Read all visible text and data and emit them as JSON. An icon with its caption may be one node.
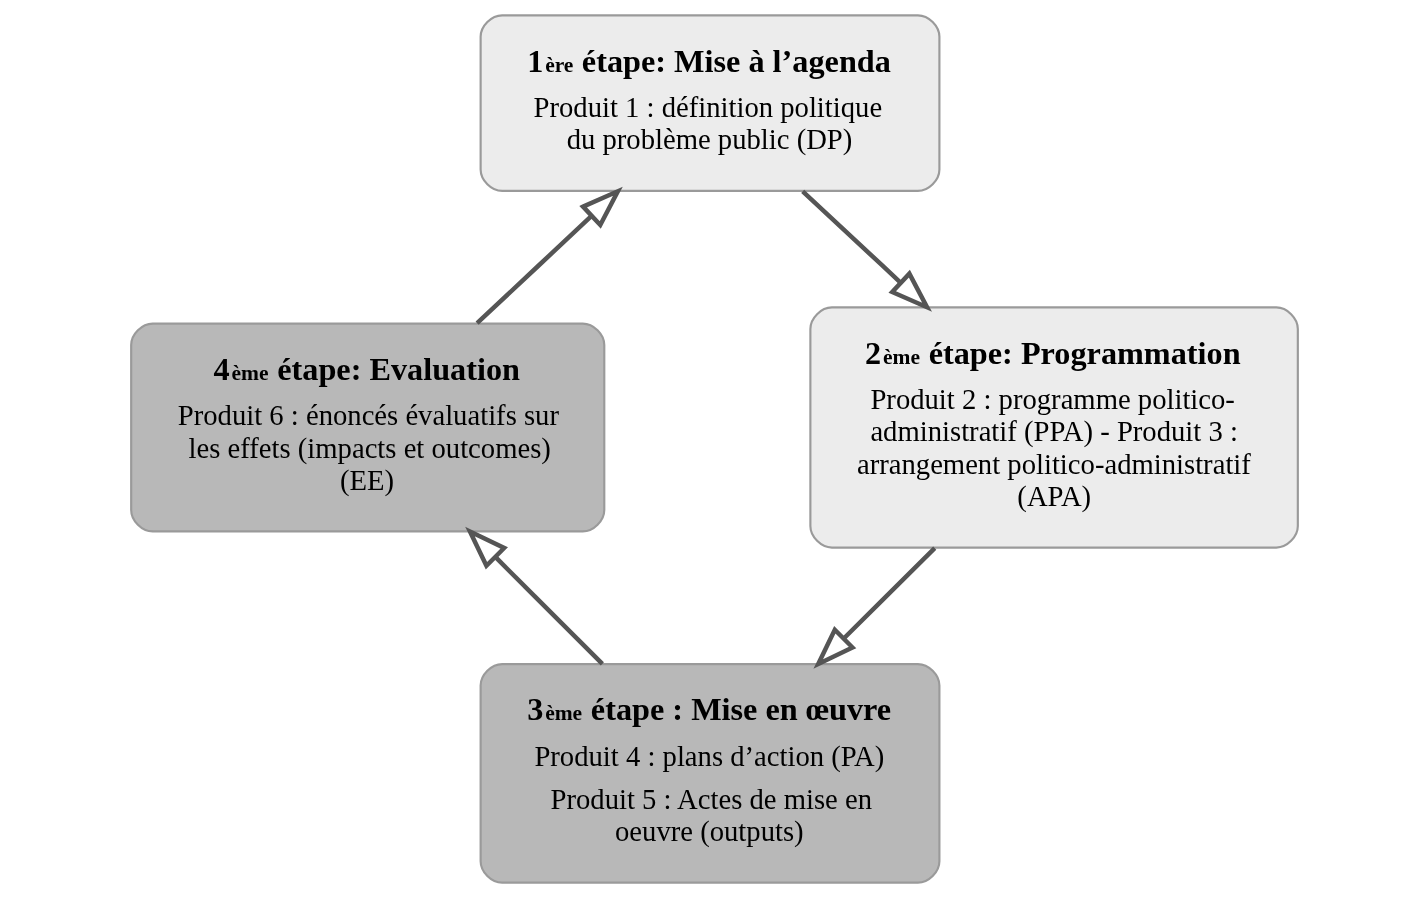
{
  "diagram": {
    "nodes": [
      {
        "text": [
          "1$^{ère}$ étape: Mise à l’agenda",
          "Produit 1 : définition politique du problème public (DP)"
        ]
      },
      {
        "text": [
          "2$^{ème}$ étape: Programmation",
          "Produit 2 : programme politico-administratif (PPA) - Produit 3 : arrangement politico-administratif (APA)"
        ]
      },
      {
        "text": [
          "3$^{ème}$ étape : Mise en œuvre",
          "Produit 4 : plans d’action (PA)",
          "Produit 5 : Actes de mise en oeuvre (outputs)"
        ]
      },
      {
        "text": [
          "4$^{ème}$ étape: Evaluation",
          "Produit 6 : énoncés évaluatifs sur les effets (impacts et outcomes) (EE)"
        ]
      }
    ],
    "edges": [
      {
        "from": 0,
        "to": 1,
        "arrow": "to"
      },
      {
        "from": 1,
        "to": 2,
        "arrow": "to"
      },
      {
        "from": 2,
        "to": 3,
        "arrow": "to"
      },
      {
        "from": 3,
        "to": 0,
        "arrow": "to"
      }
    ]
  }
}
